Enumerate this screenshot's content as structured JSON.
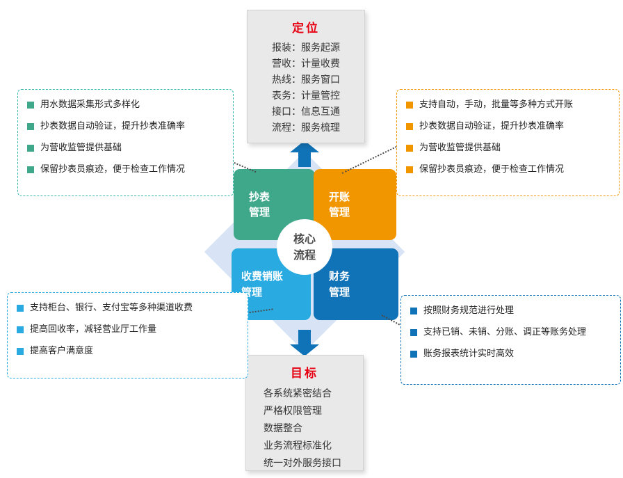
{
  "positioning_box": {
    "title": "定位",
    "lines": [
      "报装：服务起源",
      "营收：计量收费",
      "热线：服务窗口",
      "表务：计量管控",
      "接口：信息互通",
      "流程：服务梳理"
    ]
  },
  "goal_box": {
    "title": "目标",
    "lines": [
      "各系统紧密结合",
      "严格权限管理",
      "数据整合",
      "业务流程标准化",
      "统一对外服务接口"
    ]
  },
  "core": {
    "label": "核心流程"
  },
  "quadrants": {
    "meter_reading": {
      "label": "抄表管理"
    },
    "billing": {
      "label": "开账管理"
    },
    "collection": {
      "label": "收费销账管理"
    },
    "finance": {
      "label": "财务管理"
    }
  },
  "panels": {
    "meter_reading": {
      "items": [
        "用水数据采集形式多样化",
        "抄表数据自动验证，提升抄表准确率",
        "为营收监管提供基础",
        "保留抄表员痕迹，便于检查工作情况"
      ]
    },
    "billing": {
      "items": [
        "支持自动，手动，批量等多种方式开账",
        "抄表数据自动验证，提升抄表准确率",
        "为营收监管提供基础",
        "保留抄表员痕迹，便于检查工作情况"
      ]
    },
    "collection": {
      "items": [
        "支持柜台、银行、支付宝等多种渠道收费",
        "提高回收率，减轻营业厅工作量",
        "提高客户满意度"
      ]
    },
    "finance": {
      "items": [
        "按照财务规范进行处理",
        "支持已销、未销、分账、调正等账务处理",
        "账务报表统计实时高效"
      ]
    }
  },
  "colors": {
    "meter_reading_green": "#3FA88A",
    "billing_orange": "#F29600",
    "collection_cyan": "#29ABE2",
    "finance_blue": "#1173B7",
    "diamond_light_blue": "#D8E4F5",
    "arrow_blue": "#1173B7",
    "heading_red": "#E60012",
    "box_gray": "#E9E9EA"
  }
}
